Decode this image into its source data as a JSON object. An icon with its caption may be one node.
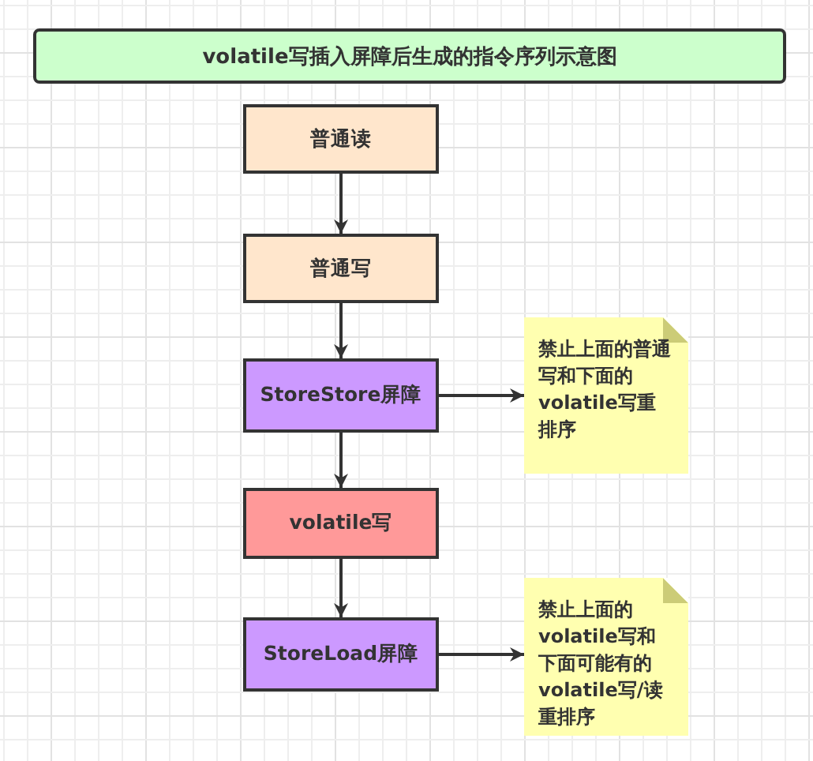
{
  "diagram": {
    "nodes": [
      {
        "text": [
          "volatile写插入屏障后生成的指令序列示意图"
        ]
      },
      {
        "text": [
          "普通读"
        ]
      },
      {
        "text": [
          "普通写"
        ]
      },
      {
        "text": [
          "StoreStore屏障"
        ]
      },
      {
        "text": [
          "volatile写"
        ]
      },
      {
        "text": [
          "StoreLoad屏障"
        ]
      },
      {
        "text": [
          "禁止上面的普通写和下面的volatile写重排序"
        ]
      },
      {
        "text": [
          "禁止上面的volatile写和下面可能有的volatile写/读重排序"
        ]
      }
    ],
    "edges": [
      {
        "from": 1,
        "to": 2,
        "arrow": "to"
      },
      {
        "from": 2,
        "to": 3,
        "arrow": "to"
      },
      {
        "from": 3,
        "to": 4,
        "arrow": "to"
      },
      {
        "from": 4,
        "to": 5,
        "arrow": "to"
      },
      {
        "from": 3,
        "to": 6,
        "arrow": "to"
      },
      {
        "from": 5,
        "to": 7,
        "arrow": "to"
      }
    ]
  }
}
